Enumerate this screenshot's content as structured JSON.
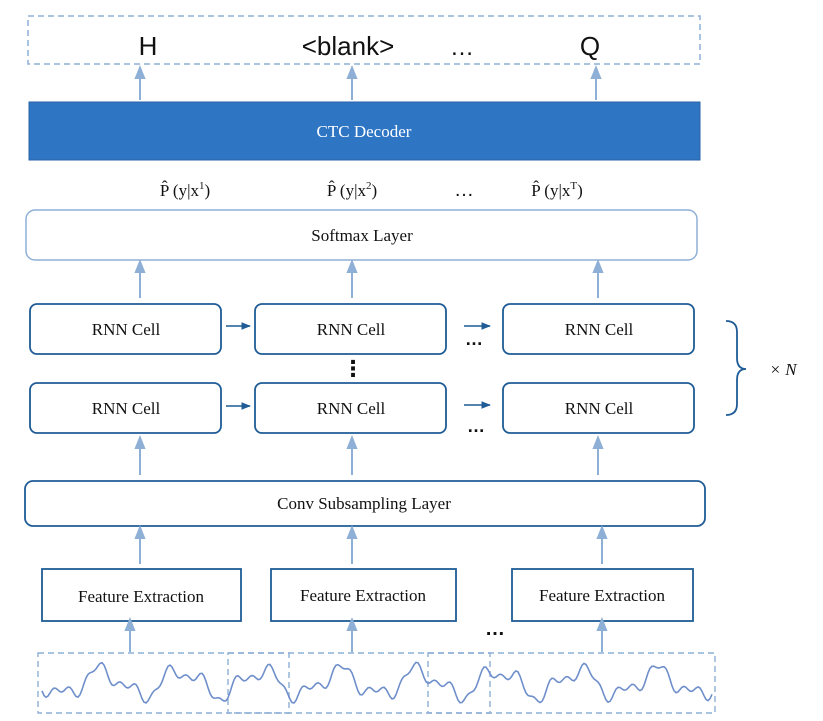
{
  "outputs": {
    "tokens": [
      "H",
      "<blank>",
      "Q"
    ],
    "ellipsis": "…"
  },
  "ctc_decoder": {
    "label": "CTC Decoder"
  },
  "probabilities": {
    "base": "P̂ (y|x",
    "superscripts": [
      "1",
      "2",
      "T"
    ],
    "close": ")",
    "ellipsis": "…"
  },
  "softmax": {
    "label": "Softmax Layer"
  },
  "rnn": {
    "cell_label": "RNN Cell",
    "vertical_ellipsis": "⋮",
    "ellipsis": "…",
    "repeat_label": "× N"
  },
  "conv": {
    "label": "Conv Subsampling Layer"
  },
  "feature": {
    "label": "Feature Extraction",
    "ellipsis": "…"
  },
  "colors": {
    "primary_blue": "#2E75C4",
    "box_border": "#1F5C96",
    "arrow": "#8EAFD6",
    "dashed": "#8EAFD6",
    "wave": "#6F8FCB"
  }
}
